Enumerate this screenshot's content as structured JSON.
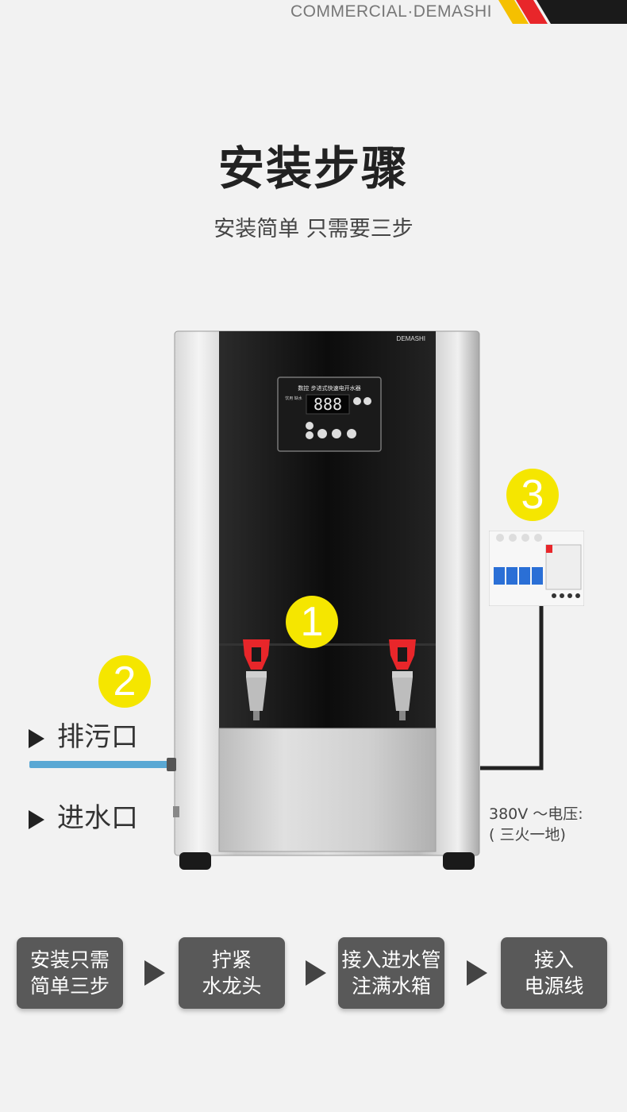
{
  "header": {
    "brand": "COMMERCIAL·DEMASHI"
  },
  "title": "安装步骤",
  "subtitle": "安装简单 只需要三步",
  "machine": {
    "logo": "DEMASHI",
    "panel_title": "数控 步进式快速电开水器",
    "display": "888",
    "panel_labels": [
      "饮用",
      "缺水"
    ]
  },
  "markers": [
    "1",
    "2",
    "3"
  ],
  "labels": {
    "drain": "排污口",
    "inlet": "进水口",
    "voltage_line1": "380V ～电压:",
    "voltage_line2": "( 三火一地)"
  },
  "steps": [
    {
      "line1": "安装只需",
      "line2": "简单三步"
    },
    {
      "line1": "拧紧",
      "line2": "水龙头"
    },
    {
      "line1": "接入进水管",
      "line2": "注满水箱"
    },
    {
      "line1": "接入",
      "line2": "电源线"
    }
  ],
  "colors": {
    "marker": "#f5e600",
    "step_bg": "#595959",
    "pipe": "#5aa8d4",
    "tap": "#e8262a"
  }
}
